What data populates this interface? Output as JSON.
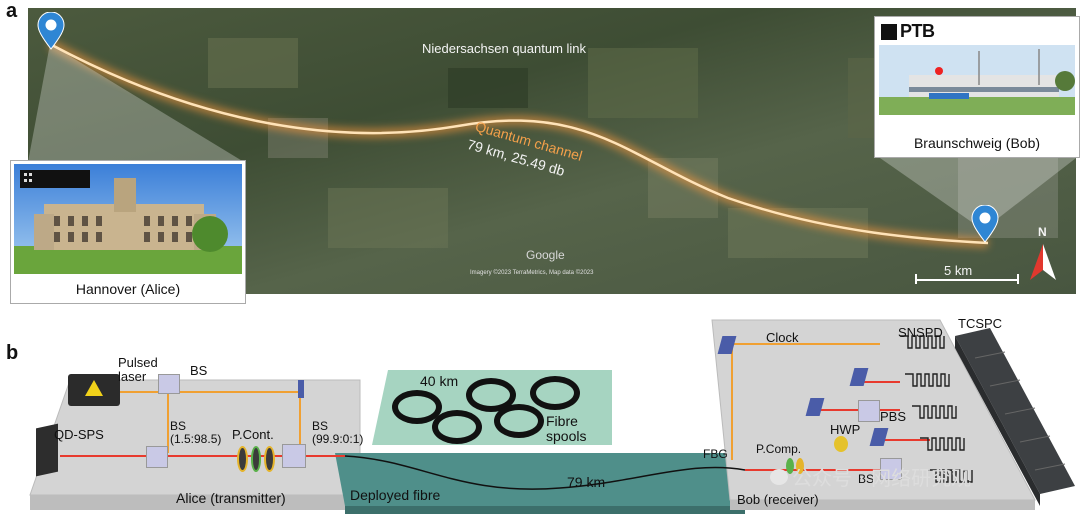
{
  "panel_a": {
    "letter": "a",
    "map_title": "Niedersachsen quantum link",
    "channel_label": "Quantum channel",
    "channel_detail": "79 km, 25.49 db",
    "google": "Google",
    "attribution": "Imagery ©2023 TerraMetrics, Map data ©2023",
    "scale": "5 km",
    "north": "N",
    "alice_caption": "Hannover (Alice)",
    "bob_caption": "Braunschweig (Bob)",
    "ptb_logo": "PTB"
  },
  "panel_b": {
    "letter": "b",
    "pulsed_laser": "Pulsed\nlaser",
    "bs_top": "BS",
    "bs_mid": "BS\n(1.5:98.5)",
    "pcont": "P.Cont.",
    "bs_right": "BS\n(99.9:0:1)",
    "qd_sps": "QD-SPS",
    "alice_label": "Alice (transmitter)",
    "spools_distance": "40 km",
    "fibre_spools": "Fibre\nspools",
    "deployed_fibre": "Deployed fibre",
    "fibre_distance": "79 km",
    "clock": "Clock",
    "snspd": "SNSPD",
    "tcspc": "TCSPC",
    "pbs": "PBS",
    "hwp": "HWP",
    "fbg": "FBG",
    "pcomp": "P.Comp.",
    "bs_bob": "BS",
    "bob_label": "Bob (receiver)",
    "watermark": "公众号 · 网络研究观"
  },
  "colors": {
    "channel": "#ffb566",
    "fibre_bed": "#4e8f8a",
    "spool_bed": "#9fcfbd",
    "table": "#d2d2d2",
    "laser_red": "#e83a2e",
    "beam_orange": "#f0a032"
  }
}
